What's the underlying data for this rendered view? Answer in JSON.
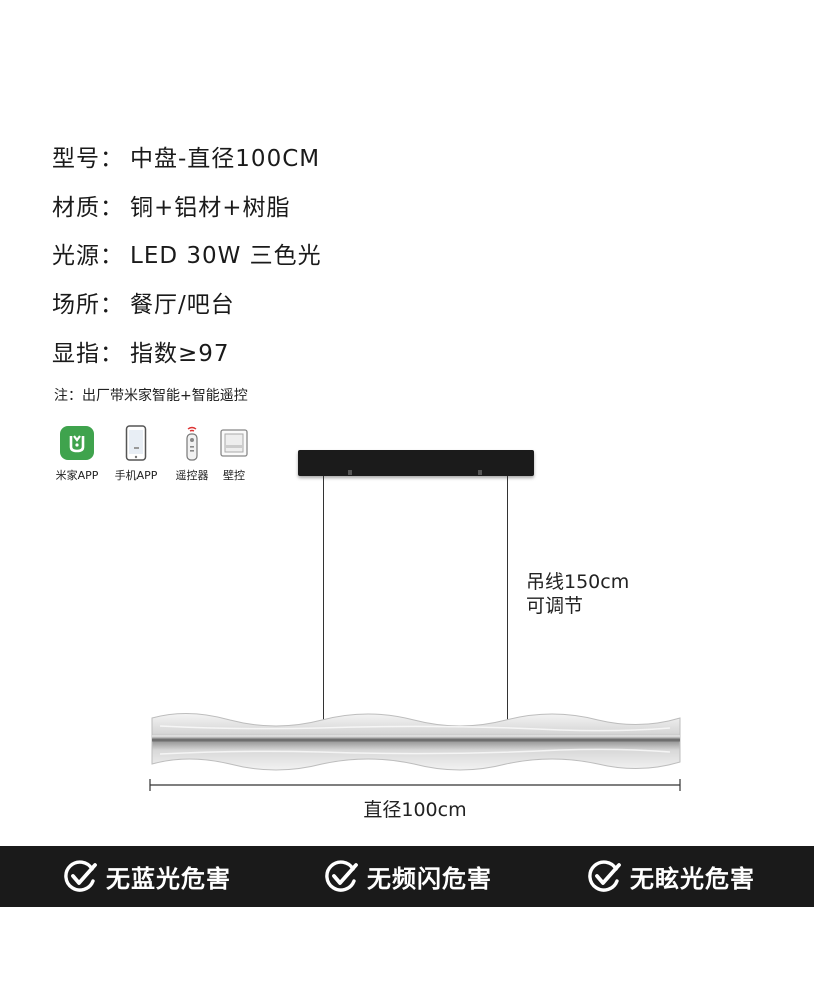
{
  "specs": [
    {
      "label": "型号：",
      "value": "中盘-直径100CM"
    },
    {
      "label": "材质：",
      "value": "铜+铝材+树脂"
    },
    {
      "label": "光源：",
      "value": "LED 30W 三色光"
    },
    {
      "label": "场所：",
      "value": "餐厅/吧台"
    },
    {
      "label": "显指：",
      "value": "指数≥97"
    }
  ],
  "note": "注：出厂带米家智能+智能遥控",
  "controls": [
    {
      "label": "米家APP",
      "icon": "mijia-app-icon"
    },
    {
      "label": "手机APP",
      "icon": "phone-app-icon"
    },
    {
      "label": "遥控器",
      "icon": "remote-control-icon"
    },
    {
      "label": "壁控",
      "icon": "wall-switch-icon"
    }
  ],
  "hang": {
    "line1": "吊线150cm",
    "line2": "可调节"
  },
  "dimension": "直径100cm",
  "badges": [
    "无蓝光危害",
    "无频闪危害",
    "无眩光危害"
  ],
  "colors": {
    "footer_bg": "#1a1a1a",
    "mijia_green": "#3fa34d",
    "canopy": "#1b1b1b"
  }
}
